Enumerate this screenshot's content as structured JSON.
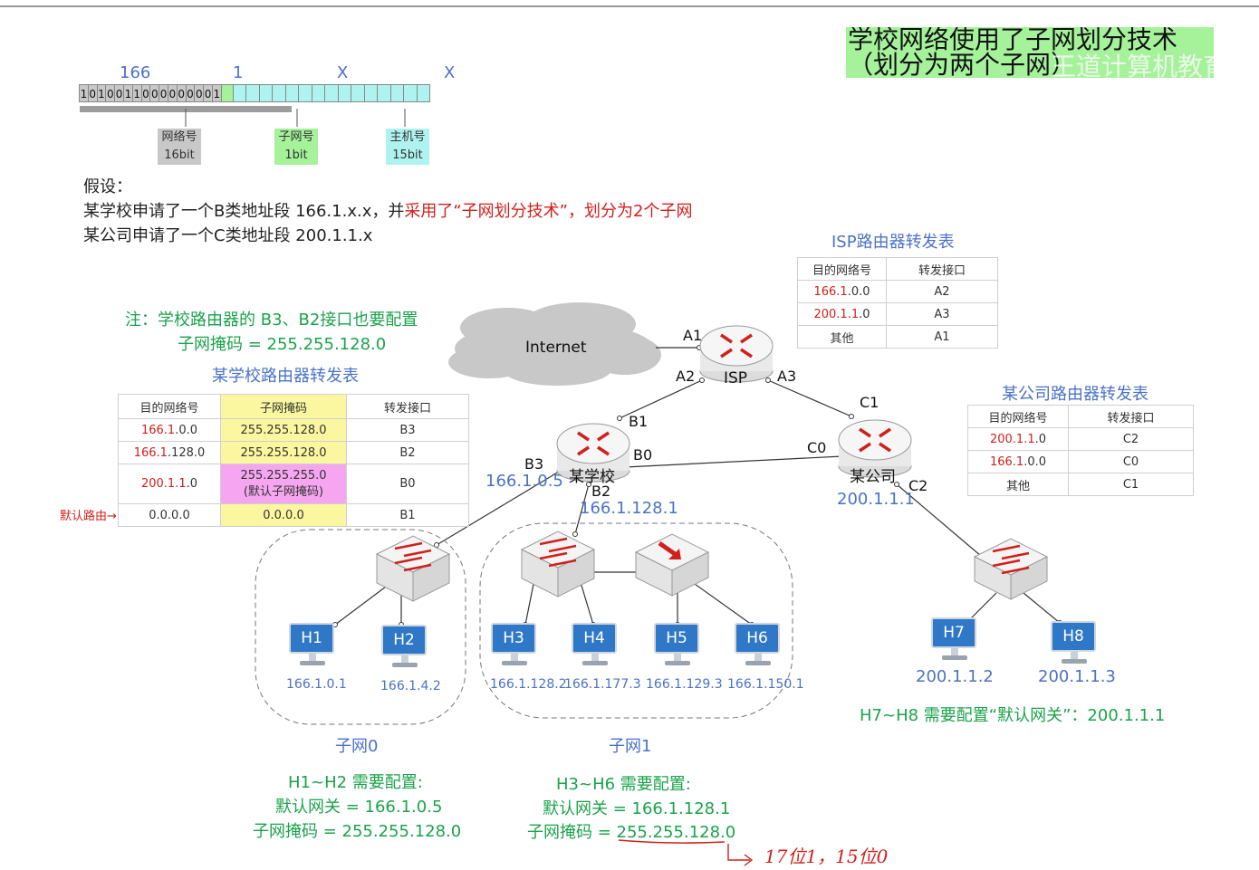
{
  "title": {
    "line1": "学校网络使用了子网划分技术",
    "line2": "（划分为两个子网）",
    "watermark": "王道计算机教育"
  },
  "address_bits": {
    "top_labels": {
      "a": "166",
      "b": "1",
      "c": "X",
      "d": "X"
    },
    "bits": [
      "1",
      "0",
      "1",
      "0",
      "0",
      "1",
      "1",
      "0",
      "0",
      "0",
      "0",
      "0",
      "0",
      "0",
      "0",
      "1"
    ],
    "subnet_bit": "",
    "fields": [
      {
        "name": "网络号",
        "size": "16bit"
      },
      {
        "name": "子网号",
        "size": "1bit"
      },
      {
        "name": "主机号",
        "size": "15bit"
      }
    ]
  },
  "assumption": {
    "head": "假设：",
    "line1_a": "某学校申请了一个B类地址段 166.1.x.x，并",
    "line1_b": "采用了“子网划分技术”，划分为2个子网",
    "line2": "某公司申请了一个C类地址段 200.1.1.x"
  },
  "note": {
    "line1": "注：学校路由器的 B3、B2接口也要配置",
    "line2": "子网掩码 = 255.255.128.0"
  },
  "school_table": {
    "title": "某学校路由器转发表",
    "headers": [
      "目的网络号",
      "子网掩码",
      "转发接口"
    ],
    "rows": [
      {
        "net_a": "166.1",
        "net_b": ".0.0",
        "mask": "255.255.128.0",
        "port": "B3"
      },
      {
        "net_a": "166.1",
        "net_b": ".128.0",
        "mask": "255.255.128.0",
        "port": "B2"
      },
      {
        "net_a": "200.1.1",
        "net_b": ".0",
        "mask": "255.255.255.0",
        "mask2": "(默认子网掩码)",
        "port": "B0"
      },
      {
        "net_a": "",
        "net_b": "0.0.0.0",
        "mask": "0.0.0.0",
        "port": "B1"
      }
    ],
    "default_route_label": "默认路由→"
  },
  "isp_table": {
    "title": "ISP路由器转发表",
    "headers": [
      "目的网络号",
      "转发接口"
    ],
    "rows": [
      {
        "net_a": "166.1",
        "net_b": ".0.0",
        "port": "A2"
      },
      {
        "net_a": "200.1.1",
        "net_b": ".0",
        "port": "A3"
      },
      {
        "net_a": "",
        "net_b": "其他",
        "port": "A1"
      }
    ]
  },
  "company_table": {
    "title": "某公司路由器转发表",
    "headers": [
      "目的网络号",
      "转发接口"
    ],
    "rows": [
      {
        "net_a": "200.1.1",
        "net_b": ".0",
        "port": "C2"
      },
      {
        "net_a": "166.1",
        "net_b": ".0.0",
        "port": "C0"
      },
      {
        "net_a": "",
        "net_b": "其他",
        "port": "C1"
      }
    ]
  },
  "network": {
    "internet": "Internet",
    "isp": {
      "name": "ISP",
      "ports": {
        "a1": "A1",
        "a2": "A2",
        "a3": "A3"
      }
    },
    "school": {
      "name": "某学校",
      "ports": {
        "b0": "B0",
        "b1": "B1",
        "b2": "B2",
        "b3": "B3"
      },
      "ip_b3": "166.1.0.5",
      "ip_b2": "166.1.128.1"
    },
    "company": {
      "name": "某公司",
      "ports": {
        "c0": "C0",
        "c1": "C1",
        "c2": "C2"
      },
      "ip": "200.1.1.1"
    },
    "hosts": [
      {
        "name": "H1",
        "ip": "166.1.0.1"
      },
      {
        "name": "H2",
        "ip": "166.1.4.2"
      },
      {
        "name": "H3",
        "ip": "166.1.128.2"
      },
      {
        "name": "H4",
        "ip": "166.1.177.3"
      },
      {
        "name": "H5",
        "ip": "166.1.129.3"
      },
      {
        "name": "H6",
        "ip": "166.1.150.1"
      },
      {
        "name": "H7",
        "ip": "200.1.1.2"
      },
      {
        "name": "H8",
        "ip": "200.1.1.3"
      }
    ],
    "subnet0": "子网0",
    "subnet1": "子网1"
  },
  "config": {
    "h12": {
      "line1": "H1~H2 需要配置:",
      "line2": "默认网关 = 166.1.0.5",
      "line3": "子网掩码 = 255.255.128.0"
    },
    "h36": {
      "line1": "H3~H6 需要配置:",
      "line2": "默认网关 = 166.1.128.1",
      "line3_a": "子网掩码 = ",
      "line3_b": "255.255.128.0"
    },
    "h78": "H7~H8 需要配置“默认网关”：200.1.1.1",
    "handwritten": "17位1，15位0"
  },
  "colors": {
    "router_red": "#d0201c",
    "blue_text": "#4a72c8",
    "green_text": "#1aa34a",
    "highlight_green": "#a5f29b",
    "highlight_cyan": "#aef3ef",
    "yellow": "#fbf7a0",
    "pink": "#f6a6f0"
  }
}
